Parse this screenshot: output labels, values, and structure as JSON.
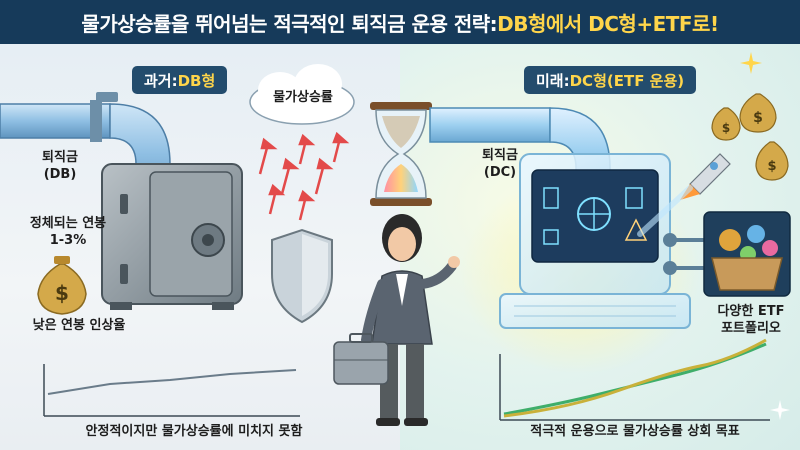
{
  "title": {
    "prefix": "물가상승률을 뛰어넘는 적극적인 퇴직금 운용 전략: ",
    "highlight": "DB형에서 DC형+ETF로!"
  },
  "left": {
    "label_prefix": "과거: ",
    "label_highlight": "DB형",
    "severance_label": "퇴직금",
    "severance_type": "(DB)",
    "stagnant_line1": "정체되는 연봉",
    "stagnant_line2": "1-3%",
    "low_raise": "낮은 연봉 인상율",
    "inflation_cloud": "물가상승률",
    "caption": "안정적이지만 물가상승률에 미치지 못함"
  },
  "right": {
    "label_prefix": "미래: ",
    "label_highlight": "DC형(ETF 운용)",
    "severance_label": "퇴직금",
    "severance_type": "(DC)",
    "etf_line1": "다양한 ETF",
    "etf_line2": "포트폴리오",
    "caption": "적극적 운용으로 물가상승률 상회 목표"
  },
  "icons": {
    "money_bag_symbol": "$"
  },
  "colors": {
    "title_bg": "#163a5a",
    "title_accent": "#ffd54a",
    "label_bg": "#234c6d",
    "pipe": "#9cc6e6",
    "safe": "#8a969e",
    "growth_line": "#c9b13a",
    "arrow_red": "#e34a4a"
  }
}
